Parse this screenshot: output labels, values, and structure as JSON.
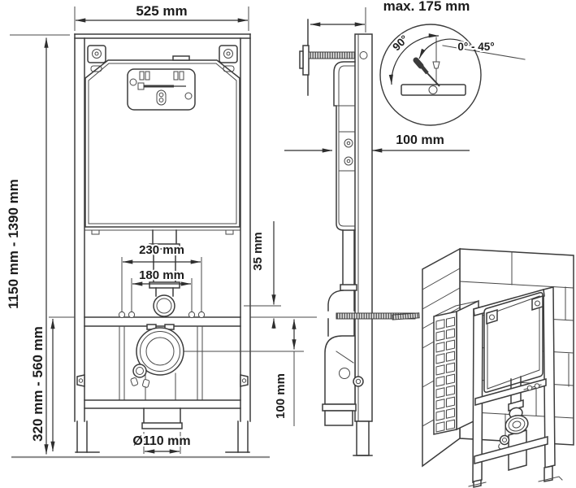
{
  "drawing": {
    "front_view": {
      "width": "525 mm",
      "installation_height": "1150 mm - 1390 mm",
      "fixing_width_outer": "230 mm",
      "fixing_width_inner": "180 mm",
      "offset_small": "35 mm",
      "outlet_offset": "100 mm",
      "outlet_height_range": "320 mm - 560 mm",
      "outlet_diameter": "Ø110 mm"
    },
    "side_view": {
      "max_depth": "max. 175 mm",
      "frame_depth": "100 mm"
    },
    "angle_detail": {
      "fixed_angle": "90°",
      "adjustable_range": "0° - 45°"
    },
    "colors": {
      "line": "#3b3b3b",
      "text": "#1c1c1c",
      "floor": "#909090",
      "background": "#ffffff"
    }
  }
}
